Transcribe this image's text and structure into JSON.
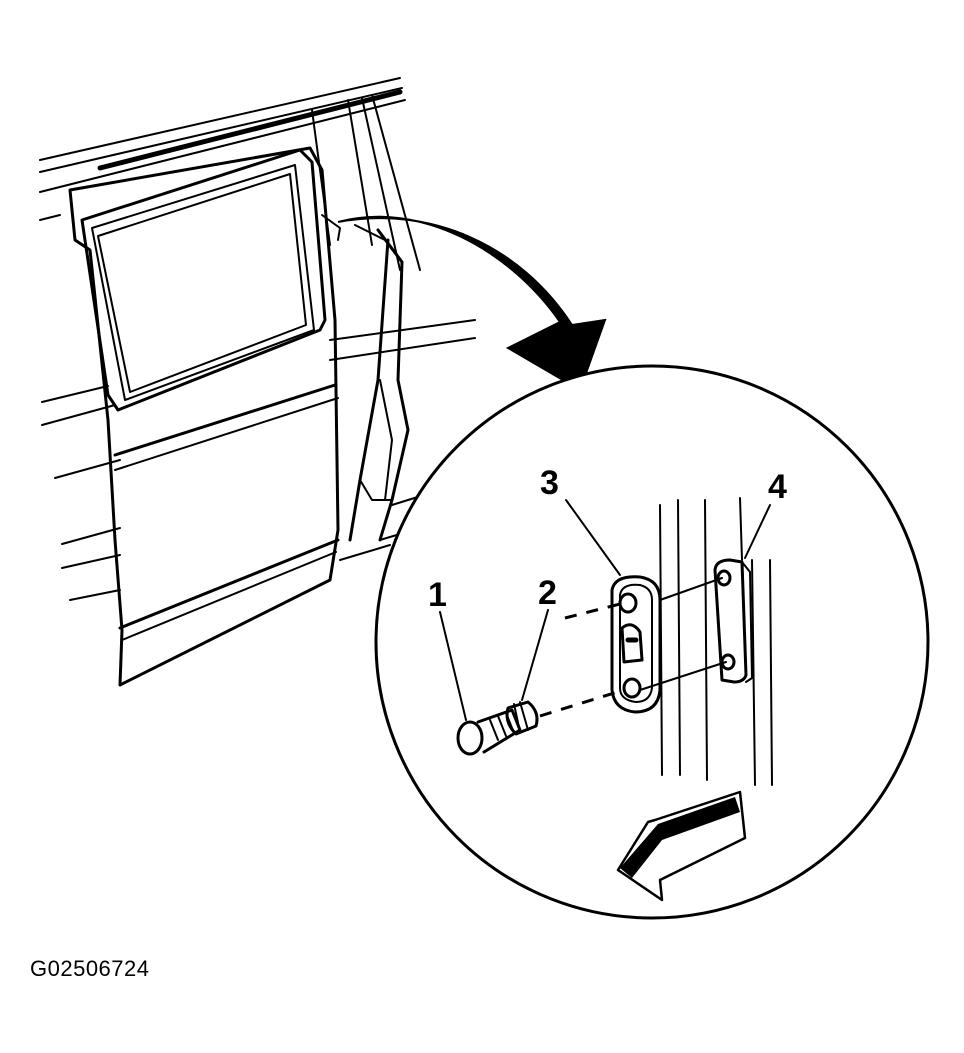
{
  "callouts": [
    {
      "id": "1",
      "label": "1"
    },
    {
      "id": "2",
      "label": "2"
    },
    {
      "id": "3",
      "label": "3"
    },
    {
      "id": "4",
      "label": "4"
    }
  ],
  "figure_id": "G02506724",
  "colors": {
    "ink": "#000000",
    "paper": "#ffffff"
  }
}
